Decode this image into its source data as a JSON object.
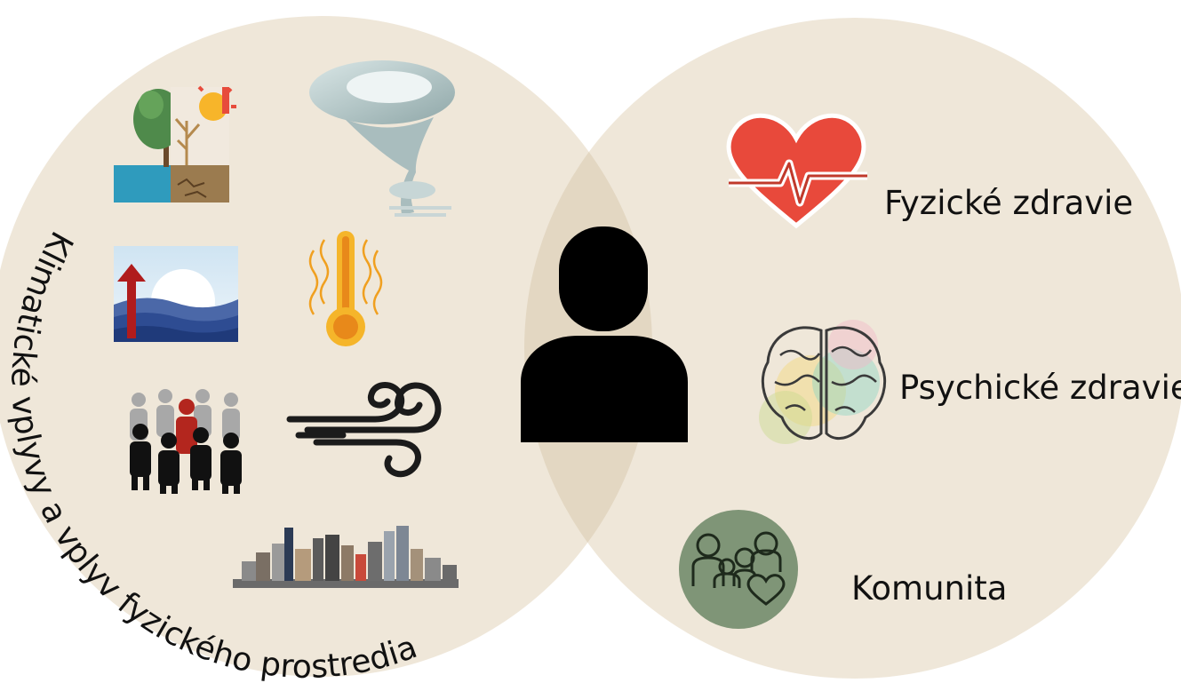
{
  "arc_label": "Klimatické vplyvy a vplyv fyzického prostredia",
  "right_items": [
    {
      "label": "Fyzické zdravie",
      "icon": "heart-pulse-icon"
    },
    {
      "label": "Psychické zdravie",
      "icon": "brain-icon"
    },
    {
      "label": "Komunita",
      "icon": "community-icon"
    }
  ],
  "left_icons": [
    "drought-icon",
    "tornado-icon",
    "sea-level-rise-icon",
    "heat-thermometer-icon",
    "migration-crowd-icon",
    "wind-icon",
    "city-skyline-icon"
  ],
  "center_icon": "person-icon",
  "colors": {
    "circle_fill": "#efe7d9",
    "overlap_fill": "#e3d7c2",
    "community_badge": "#7f9577",
    "heart": "#e8493b"
  }
}
